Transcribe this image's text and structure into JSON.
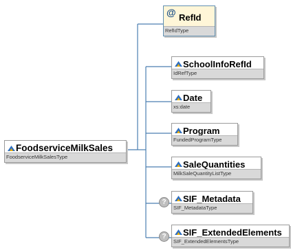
{
  "root": {
    "name": "FoodserviceMilkSales",
    "type": "FoodserviceMilkSalesType"
  },
  "attribute": {
    "name": "RefId",
    "type": "RefIdType",
    "symbol": "@"
  },
  "elements": [
    {
      "name": "SchoolInfoRefId",
      "type": "IdRefType",
      "optional": false
    },
    {
      "name": "Date",
      "type": "xs:date",
      "optional": false
    },
    {
      "name": "Program",
      "type": "FundedProgramType",
      "optional": false
    },
    {
      "name": "SaleQuantities",
      "type": "MilkSaleQuantityListType",
      "optional": false
    },
    {
      "name": "SIF_Metadata",
      "type": "SIF_MetadataType",
      "optional": true
    },
    {
      "name": "SIF_ExtendedElements",
      "type": "SIF_ExtendedElementsType",
      "optional": true
    }
  ],
  "optional_marker": "?",
  "colors": {
    "connector": "#4a7eb0",
    "attribute_fill": "#fff6d8",
    "type_bar": "#d9d9d9"
  }
}
